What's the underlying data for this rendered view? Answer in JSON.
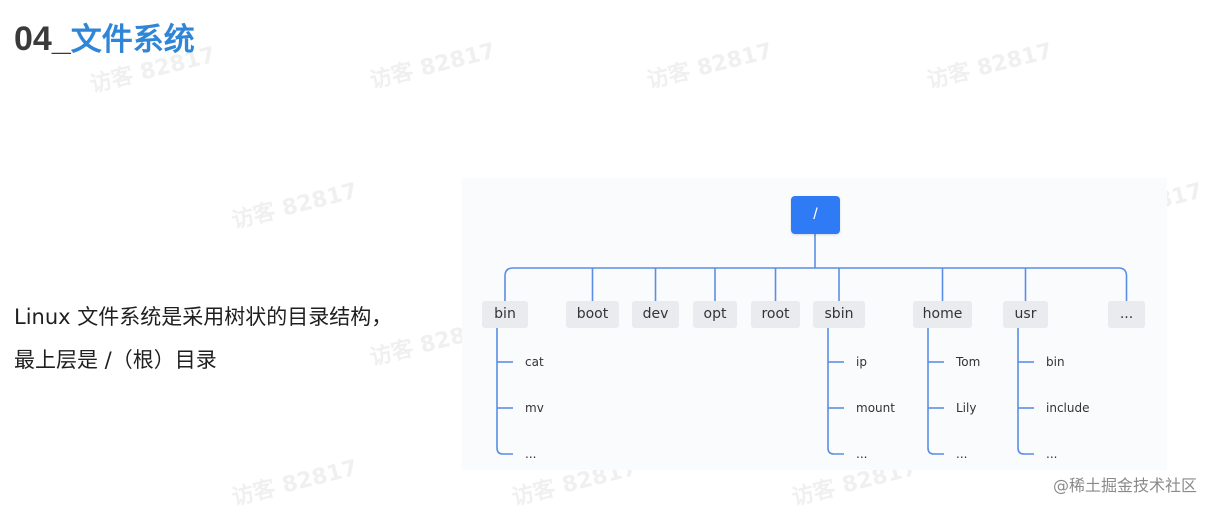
{
  "title": {
    "number": "04_",
    "text": "文件系统"
  },
  "description": {
    "line1": "Linux 文件系统是采用树状的目录结构，",
    "line2": "最上层是 /（根）目录"
  },
  "tree": {
    "root": "/",
    "dirs": [
      {
        "name": "bin",
        "children": [
          "cat",
          "mv",
          "..."
        ]
      },
      {
        "name": "boot",
        "children": []
      },
      {
        "name": "dev",
        "children": []
      },
      {
        "name": "opt",
        "children": []
      },
      {
        "name": "root",
        "children": []
      },
      {
        "name": "sbin",
        "children": [
          "ip",
          "mount",
          "..."
        ]
      },
      {
        "name": "home",
        "children": [
          "Tom",
          "Lily",
          "..."
        ]
      },
      {
        "name": "usr",
        "children": [
          "bin",
          "include",
          "..."
        ]
      },
      {
        "name": "...",
        "children": []
      }
    ]
  },
  "watermark": "访客 82817",
  "footer": "@稀土掘金技术社区",
  "colors": {
    "accent": "#2f86d8",
    "root_node": "#2f7af5",
    "connector": "#5b8ee6"
  }
}
